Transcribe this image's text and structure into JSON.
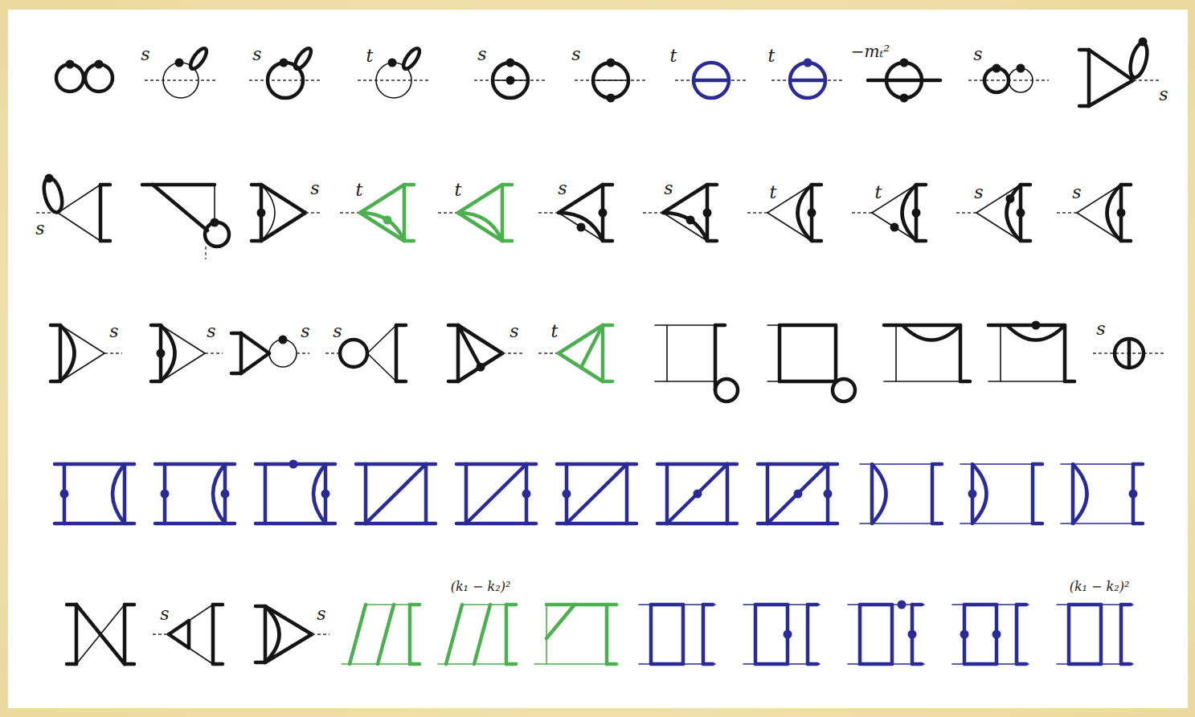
{
  "diagram": {
    "labels": [
      "s",
      "s",
      "t",
      "s",
      "s",
      "t",
      "t",
      "−mₜ²",
      "s",
      "s",
      "s",
      "s",
      "t",
      "t",
      "s",
      "s",
      "t",
      "t",
      "s",
      "s",
      "s",
      "s",
      "s",
      "s",
      "s",
      "t",
      "s",
      "s",
      "s",
      "(k₁ − k₂)²",
      "(k₁ − k₂)²"
    ]
  }
}
